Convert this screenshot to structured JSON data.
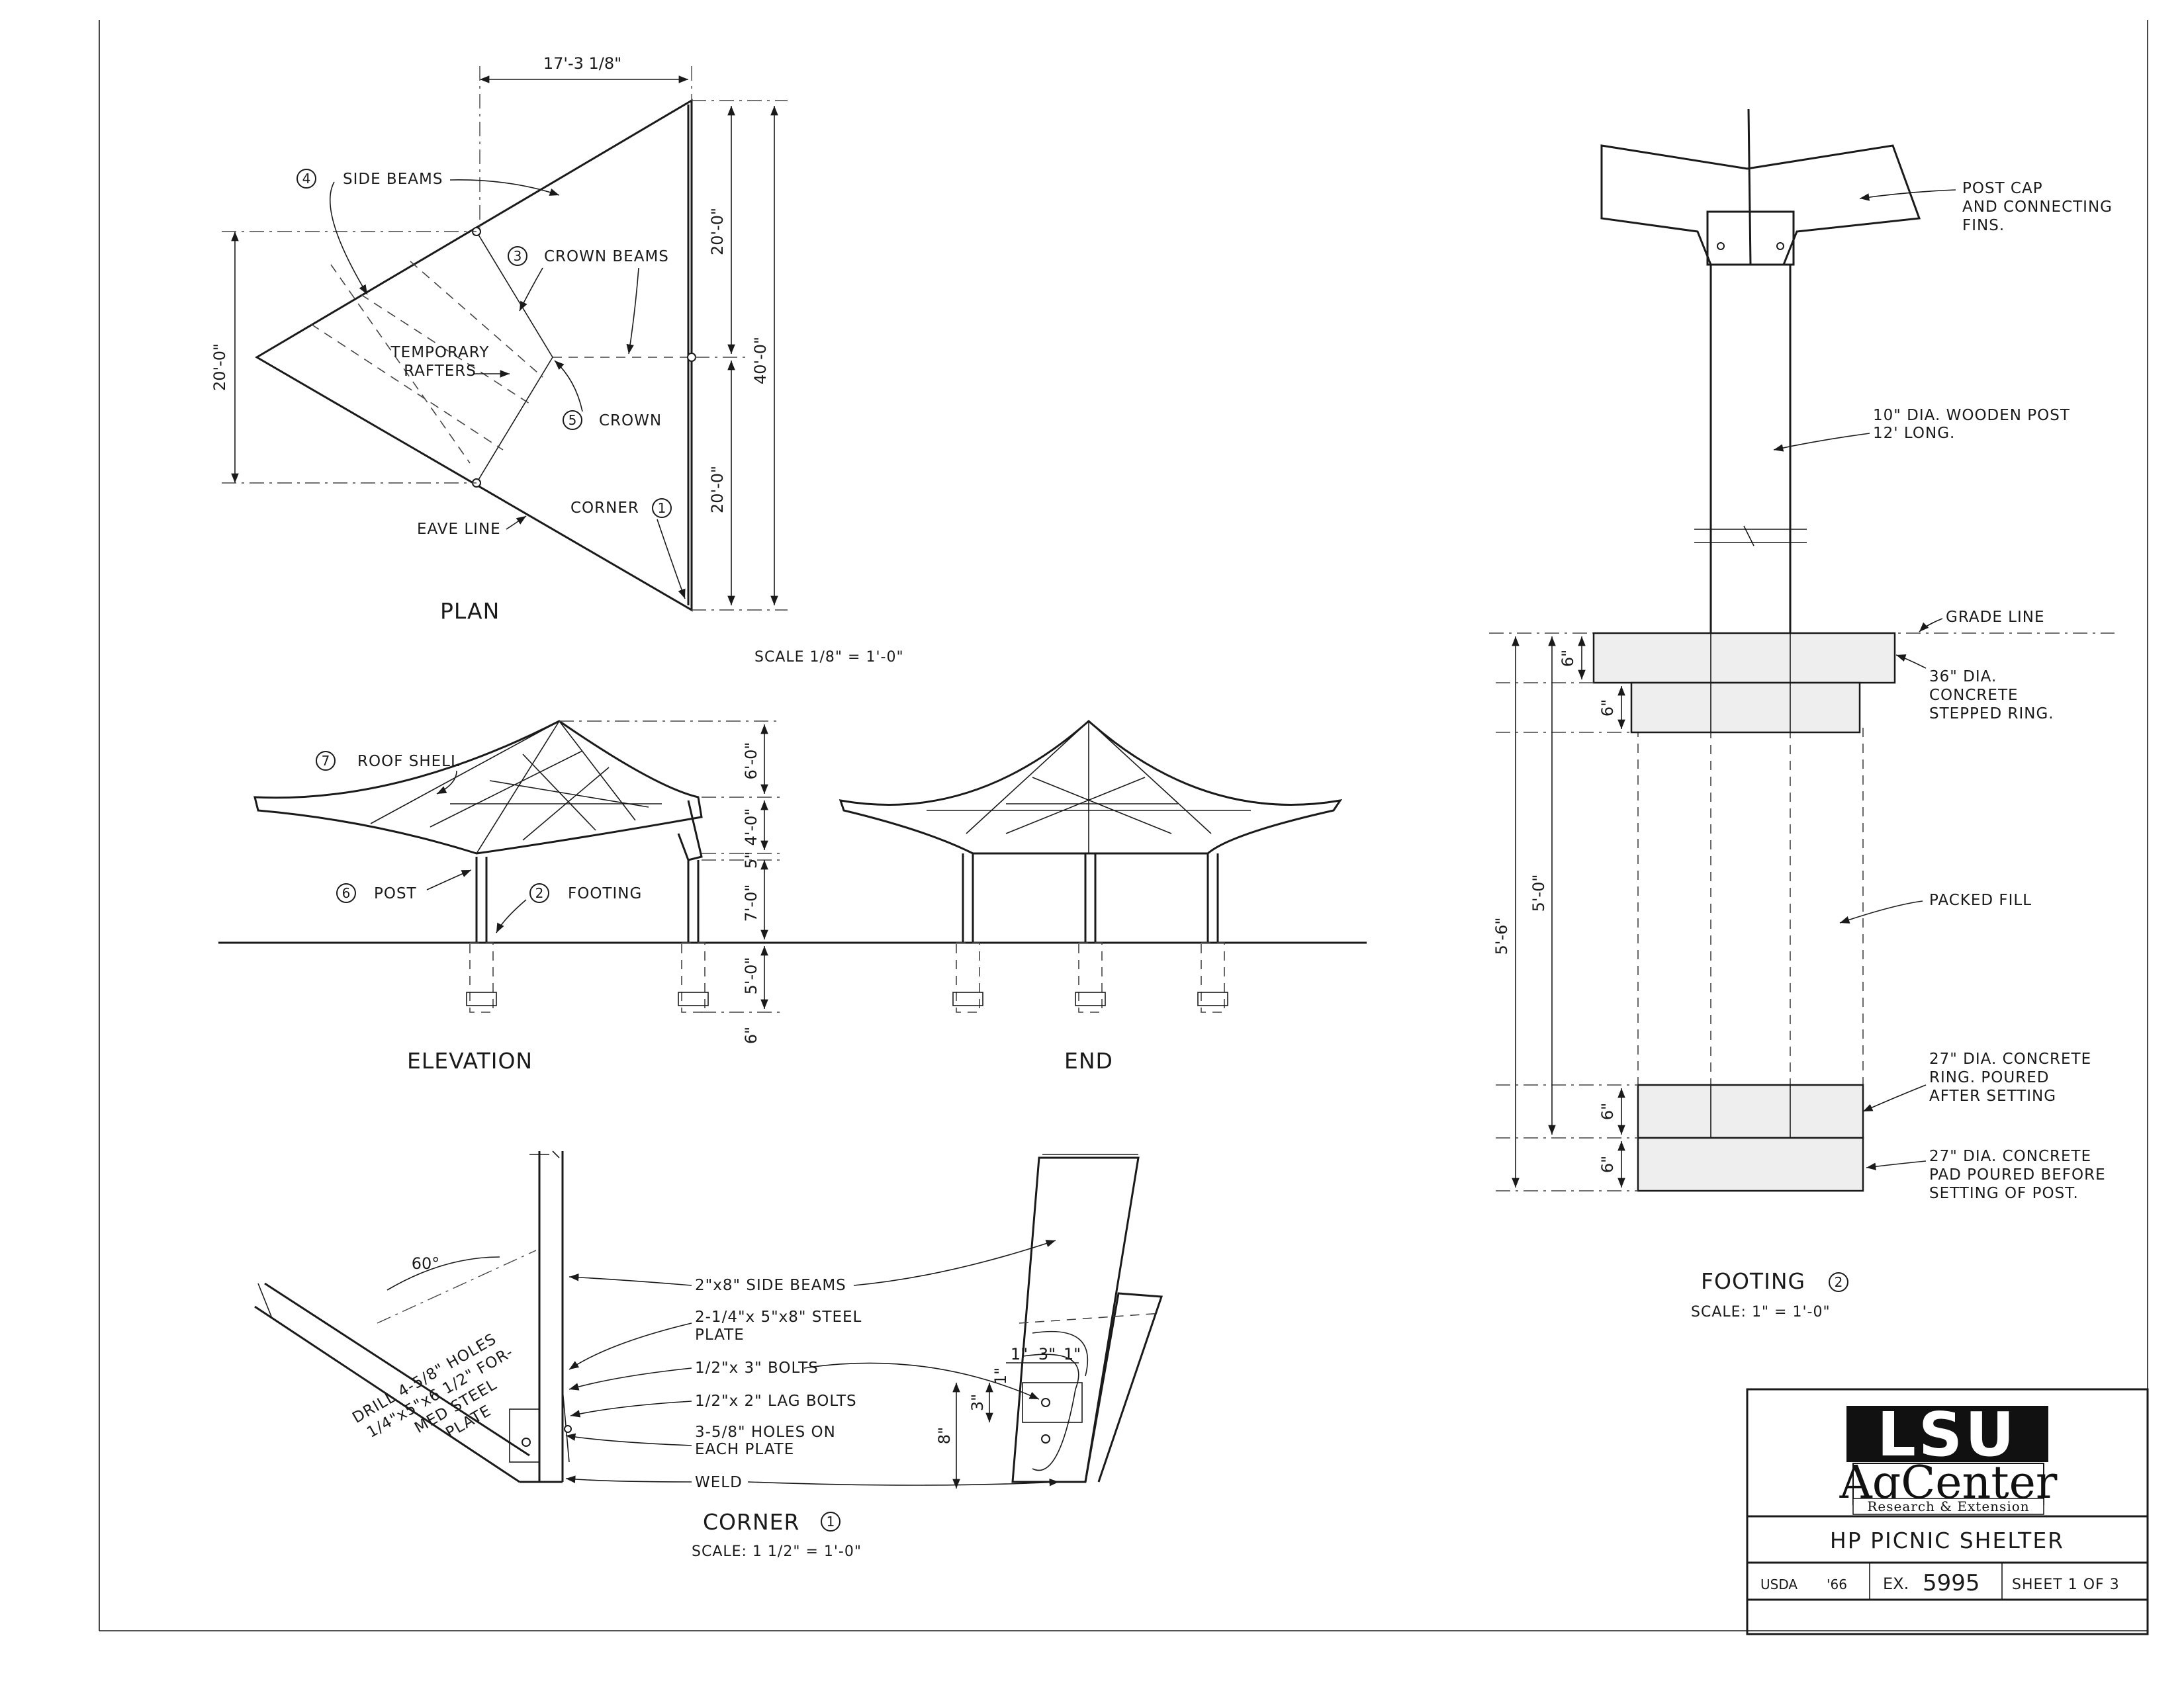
{
  "plan": {
    "title": "PLAN",
    "scale": "SCALE  1/8\" = 1'-0\"",
    "dims": {
      "top": "17'-3 1/8\"",
      "left": "20'-0\"",
      "right_upper": "20'-0\"",
      "right_lower": "20'-0\"",
      "right_total": "40'-0\""
    },
    "labels": {
      "side_beams": "SIDE  BEAMS",
      "crown_beams": "CROWN  BEAMS",
      "temporary_rafters": "TEMPORARY\nRAFTERS",
      "crown": "CROWN",
      "eave_line": "EAVE  LINE",
      "corner": "CORNER"
    },
    "callouts": {
      "side_beams": "4",
      "crown_beams": "3",
      "crown": "5",
      "corner": "1"
    }
  },
  "elevation": {
    "title": "ELEVATION",
    "labels": {
      "roof_shell": "ROOF  SHELL",
      "post": "POST",
      "footing": "FOOTING"
    },
    "callouts": {
      "roof_shell": "7",
      "post": "6",
      "footing": "2"
    },
    "dims": [
      "6'-0\"",
      "4'-0\"",
      "5\"",
      "7'-0\"",
      "5'-0\"",
      "6\""
    ]
  },
  "end": {
    "title": "END"
  },
  "corner": {
    "title": "CORNER",
    "callout": "1",
    "scale": "SCALE: 1 1/2\" = 1'-0\"",
    "angle": "60°",
    "drill_note": [
      "DRILL 4-5/8\" HOLES",
      "1/4\"x5\"x6 1/2\" FOR-",
      "MED STEEL",
      "PLATE"
    ],
    "labels": [
      "2\"x8\" SIDE BEAMS",
      "2-1/4\"x 5\"x8\" STEEL",
      "PLATE",
      "1/2\"x 3\" BOLTS",
      "1/2\"x 2\" LAG BOLTS",
      "3-5/8\" HOLES ON",
      "EACH PLATE",
      "WELD"
    ],
    "dims": {
      "d1": "1\"",
      "d2": "3\"",
      "d3": "1\"",
      "v1": "3\"",
      "v2": "1\"",
      "v3": "8\""
    }
  },
  "footing": {
    "title": "FOOTING",
    "callout": "2",
    "scale": "SCALE: 1\" = 1'-0\"",
    "labels": {
      "post_cap": [
        "POST  CAP",
        "AND  CONNECTING",
        "FINS."
      ],
      "post": [
        "10\"  DIA.  WOODEN  POST",
        "12'  LONG."
      ],
      "grade_line": "GRADE  LINE",
      "ring": [
        "36\"  DIA.",
        "CONCRETE",
        "STEPPED  RING."
      ],
      "fill": "PACKED  FILL",
      "ring_after": [
        "27\" DIA.  CONCRETE",
        "RING.  POURED",
        "AFTER  SETTING"
      ],
      "pad": [
        "27\" DIA.  CONCRETE",
        "PAD  POURED  BEFORE",
        "SETTING  OF  POST."
      ]
    },
    "dims": {
      "total": "5'-6\"",
      "inner": "5'-0\"",
      "ring_top": "6\"",
      "ring_step": "6\"",
      "ring_low": "6\"",
      "pad": "6\""
    }
  },
  "title_block": {
    "logo_top": "LSU",
    "logo_mid": "AgCenter",
    "logo_sub": "Research & Extension",
    "project": "HP  PICNIC  SHELTER",
    "agency": "USDA",
    "year": "'66",
    "ex_label": "EX.",
    "ex_number": "5995",
    "sheet": "SHEET 1  OF  3"
  }
}
